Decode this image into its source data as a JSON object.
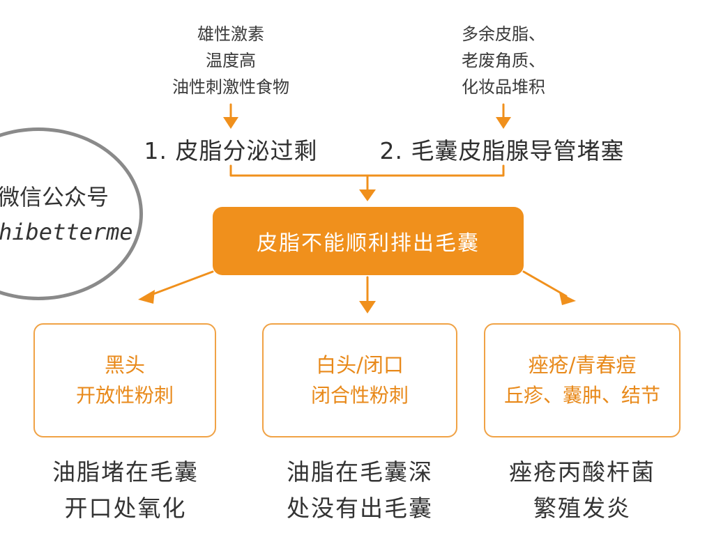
{
  "cause_left": {
    "factors": [
      "雄性激素",
      "温度高",
      "油性刺激性食物"
    ],
    "title": "1. 皮脂分泌过剩"
  },
  "cause_right": {
    "factors": [
      "多余皮脂、",
      "老废角质、",
      "化妆品堆积"
    ],
    "title": "2. 毛囊皮脂腺导管堵塞"
  },
  "central": {
    "label": "皮脂不能顺利排出毛囊"
  },
  "outcomes": [
    {
      "title": "黑头",
      "subtitle": "开放性粉刺",
      "desc_line1": "油脂堵在毛囊",
      "desc_line2": "开口处氧化"
    },
    {
      "title": "白头/闭口",
      "subtitle": "闭合性粉刺",
      "desc_line1": "油脂在毛囊深",
      "desc_line2": "处没有出毛囊"
    },
    {
      "title": "痤疮/青春痘",
      "subtitle": "丘疹、囊肿、结节",
      "desc_line1": "痤疮丙酸杆菌",
      "desc_line2": "繁殖发炎"
    }
  ],
  "watermark": {
    "line1": "微信公众号",
    "line2": "hibetterme"
  },
  "colors": {
    "accent": "#f0901c",
    "box_border": "#f0a245",
    "box_text": "#e8891a",
    "stamp_border": "#8a8a8a"
  }
}
